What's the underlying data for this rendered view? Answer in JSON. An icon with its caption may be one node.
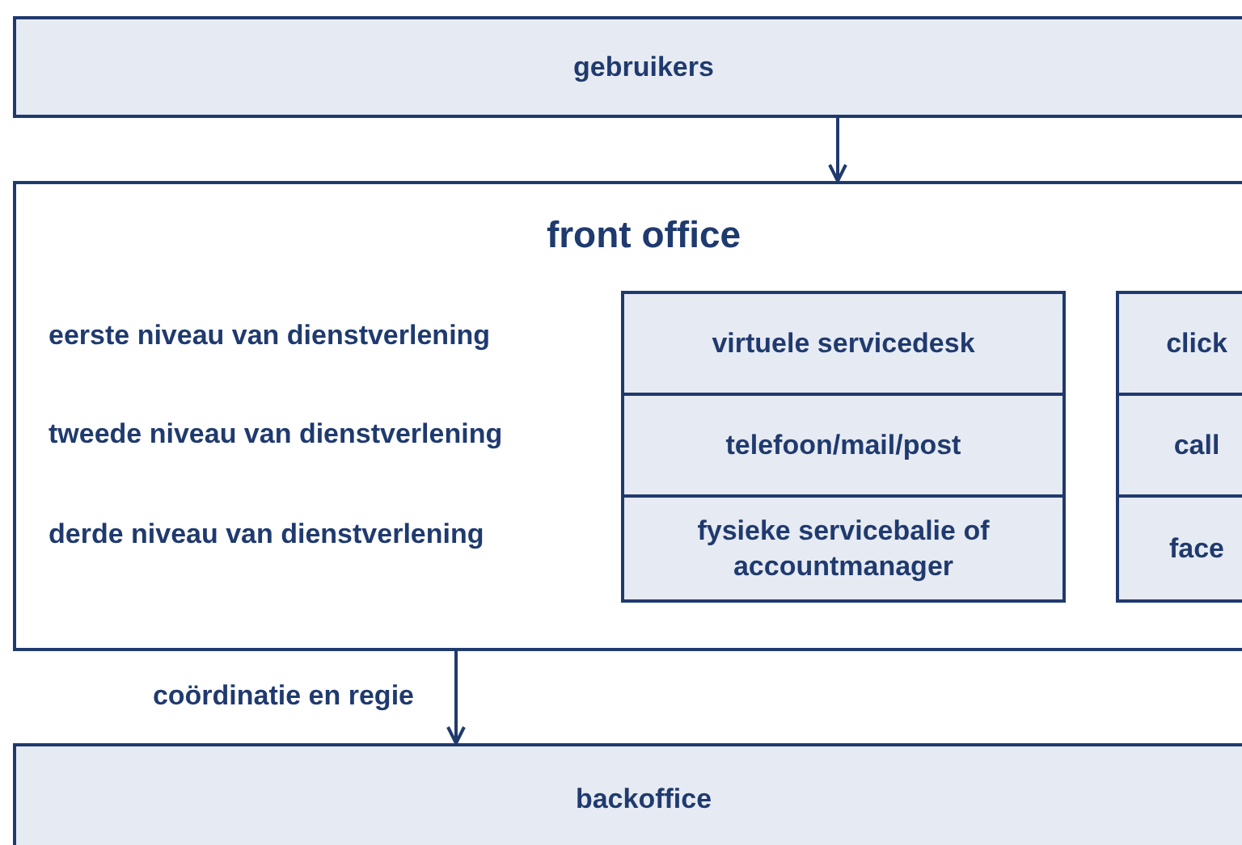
{
  "diagram": {
    "nodes": [
      {
        "text": [
          "gebruikers"
        ]
      },
      {
        "text": [
          "front office"
        ]
      },
      {
        "text": [
          "virtuele servicedesk"
        ],
        "in": 1
      },
      {
        "text": [
          "telefoon/mail/post"
        ],
        "in": 1
      },
      {
        "text": [
          "fysieke servicebalie of accountmanager"
        ],
        "in": 1
      },
      {
        "text": [
          "click"
        ],
        "in": 1
      },
      {
        "text": [
          "call"
        ],
        "in": 1
      },
      {
        "text": [
          "face"
        ],
        "in": 1
      },
      {
        "text": [
          "backoffice"
        ]
      }
    ],
    "edges": [
      {
        "from": 0,
        "to": 1,
        "arrow": "to"
      },
      {
        "from": 1,
        "to": 8,
        "arrow": "to",
        "label": "coördinatie en regie"
      }
    ],
    "labels": [
      "eerste niveau van dienstverlening",
      "tweede niveau van dienstverlening",
      "derde niveau van dienstverlening"
    ]
  }
}
